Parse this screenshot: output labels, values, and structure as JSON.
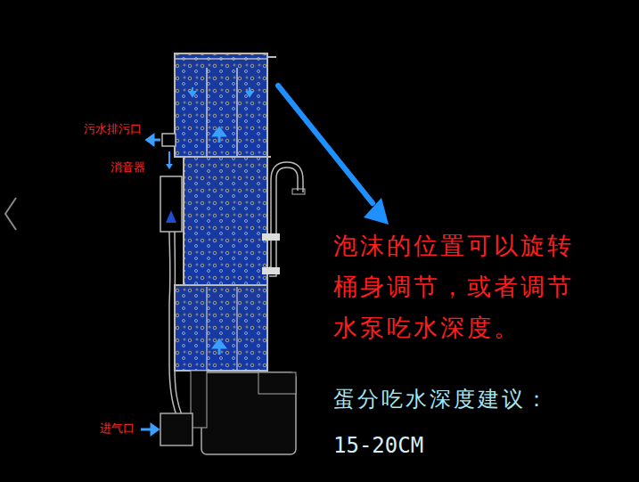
{
  "diagram": {
    "labels": [
      "污水排污口",
      "消音器",
      "进气口",
      "泡沫的位置可以旋转 桶身调节，或者调节 水泵吃水深度。",
      "蛋分吃水深度建议：",
      "15-20CM"
    ]
  }
}
